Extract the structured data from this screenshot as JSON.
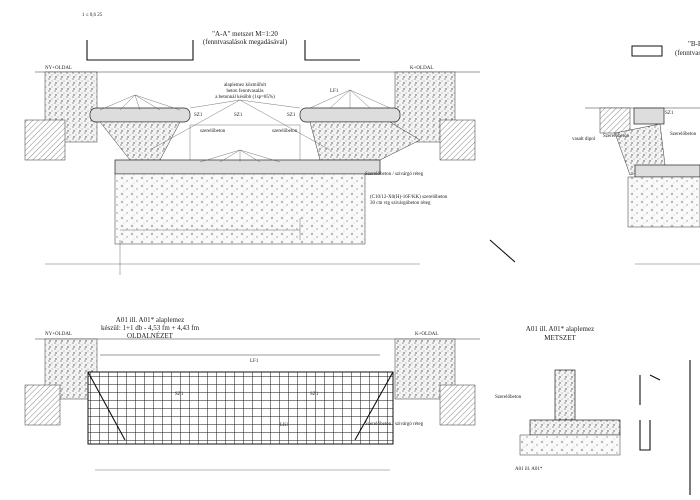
{
  "drawing": {
    "top_left_tag": "1 ≤ 0,6 25",
    "section_aa": {
      "title": "\"A-A\" metszet  M=1:20",
      "subtitle": "(fenntvasalások megadásával)",
      "left_side": "NY+OLDAL",
      "right_side": "K+OLDAL",
      "note_center": [
        "alaplemez közműfolt",
        "beton fenntvasalás",
        "a betonnál később (1sp=85%)"
      ],
      "labels": [
        "SZ1",
        "SZ1",
        "SZ1",
        "LF1",
        "szerelőbeton",
        "szerelőbeton",
        "Szerelőbeton / szivárgó réteg"
      ],
      "bottom_note": [
        "(C10/12-X0(H)-16F/KK) szerelőbeton",
        "30 cm vtg szivárgóbeton réteg"
      ]
    },
    "section_bb": {
      "title": "\"B-B\" m",
      "subtitle": "(fenntvasal",
      "labels": [
        "vasalt dipol",
        "Szerelőbeton",
        "Szerelőbeton",
        "SZ1"
      ]
    },
    "elevation": {
      "title": "A01 ill. A01* alaplemez",
      "subtitle": "készül: 1+1 db - 4,53 fm + 4,43 fm",
      "view": "OLDALNÉZET",
      "left_side": "NY+OLDAL",
      "right_side": "K+OLDAL",
      "labels": [
        "LF1",
        "LK1",
        "SZ1",
        "SZ1",
        "Szerelőbeton / szivárgó réteg"
      ]
    },
    "section_detail": {
      "title": "A01 ill. A01* alaplemez",
      "view": "METSZET",
      "labels": [
        "Szerelőbeton",
        "A01 ill. A01*"
      ]
    }
  }
}
